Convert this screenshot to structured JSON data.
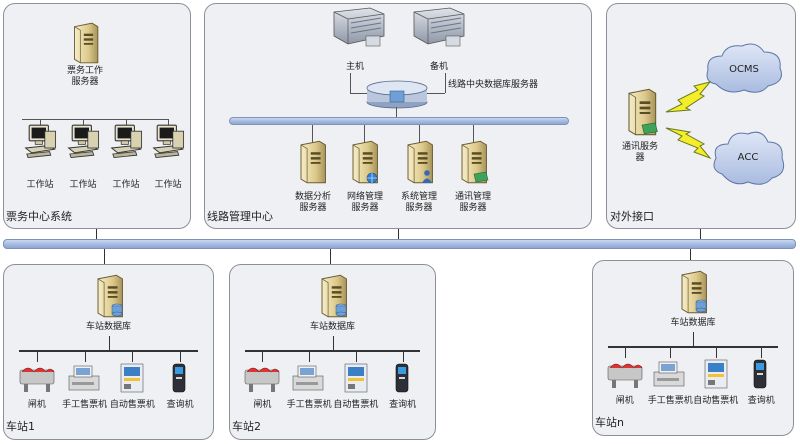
{
  "service_center": {
    "title": "票务中心系统",
    "server_label": "票务工作\n服务器",
    "workstation_label": "工作站",
    "workstation_count": 4
  },
  "line_center": {
    "title": "线路管理中心",
    "primary_host": "主机",
    "backup_host": "备机",
    "db_server": "线路中央数据库服务器",
    "servers": [
      "数据分析\n服务器",
      "网络管理\n服务器",
      "系统管理\n服务器",
      "通讯管理\n服务器"
    ]
  },
  "external": {
    "title": "对外接口",
    "comm_server": "通讯服务\n器",
    "clouds": [
      "OCMS",
      "ACC"
    ]
  },
  "stations": [
    {
      "title": "车站1",
      "db_label": "车站数据库"
    },
    {
      "title": "车站2",
      "db_label": "车站数据库"
    },
    {
      "title": "车站n",
      "db_label": "车站数据库"
    }
  ],
  "devices": [
    "闸机",
    "手工售票机",
    "自动售票机",
    "查询机"
  ]
}
